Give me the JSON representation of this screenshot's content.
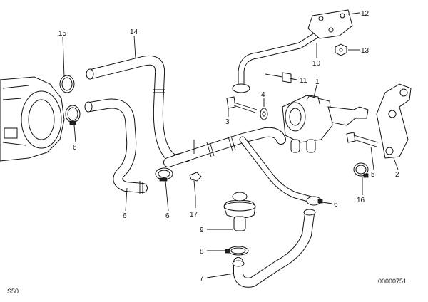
{
  "diagram": {
    "corner_label": "S50",
    "reference_code": "00000751",
    "callouts": [
      "15",
      "14",
      "12",
      "13",
      "10",
      "11",
      "1",
      "4",
      "3",
      "6",
      "6",
      "6",
      "2",
      "5",
      "16",
      "17",
      "6",
      "9",
      "8",
      "7"
    ]
  }
}
